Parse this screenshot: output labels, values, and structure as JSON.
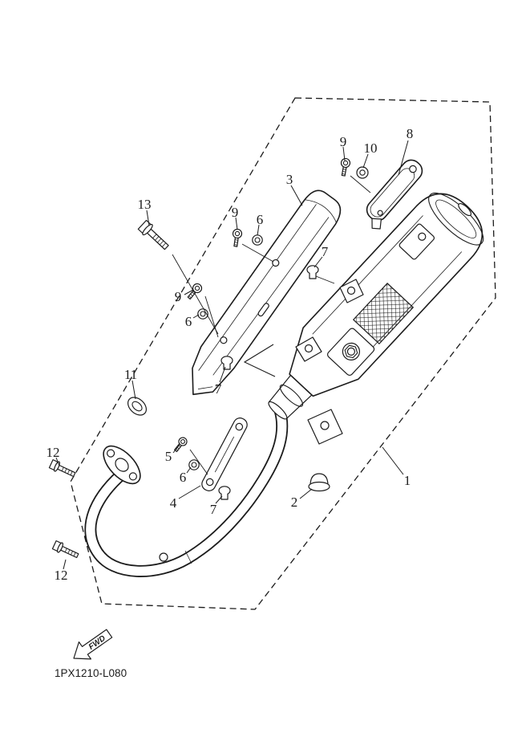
{
  "colors": {
    "ink": "#1c1c1c",
    "background": "#ffffff"
  },
  "diagram": {
    "code": "1PX1210-L080",
    "fwd_label": "FWD",
    "callouts": [
      "9",
      "10",
      "8",
      "3",
      "13",
      "9",
      "6",
      "7",
      "9",
      "6",
      "11",
      "7",
      "5",
      "6",
      "4",
      "7",
      "2",
      "1",
      "12",
      "12"
    ]
  }
}
